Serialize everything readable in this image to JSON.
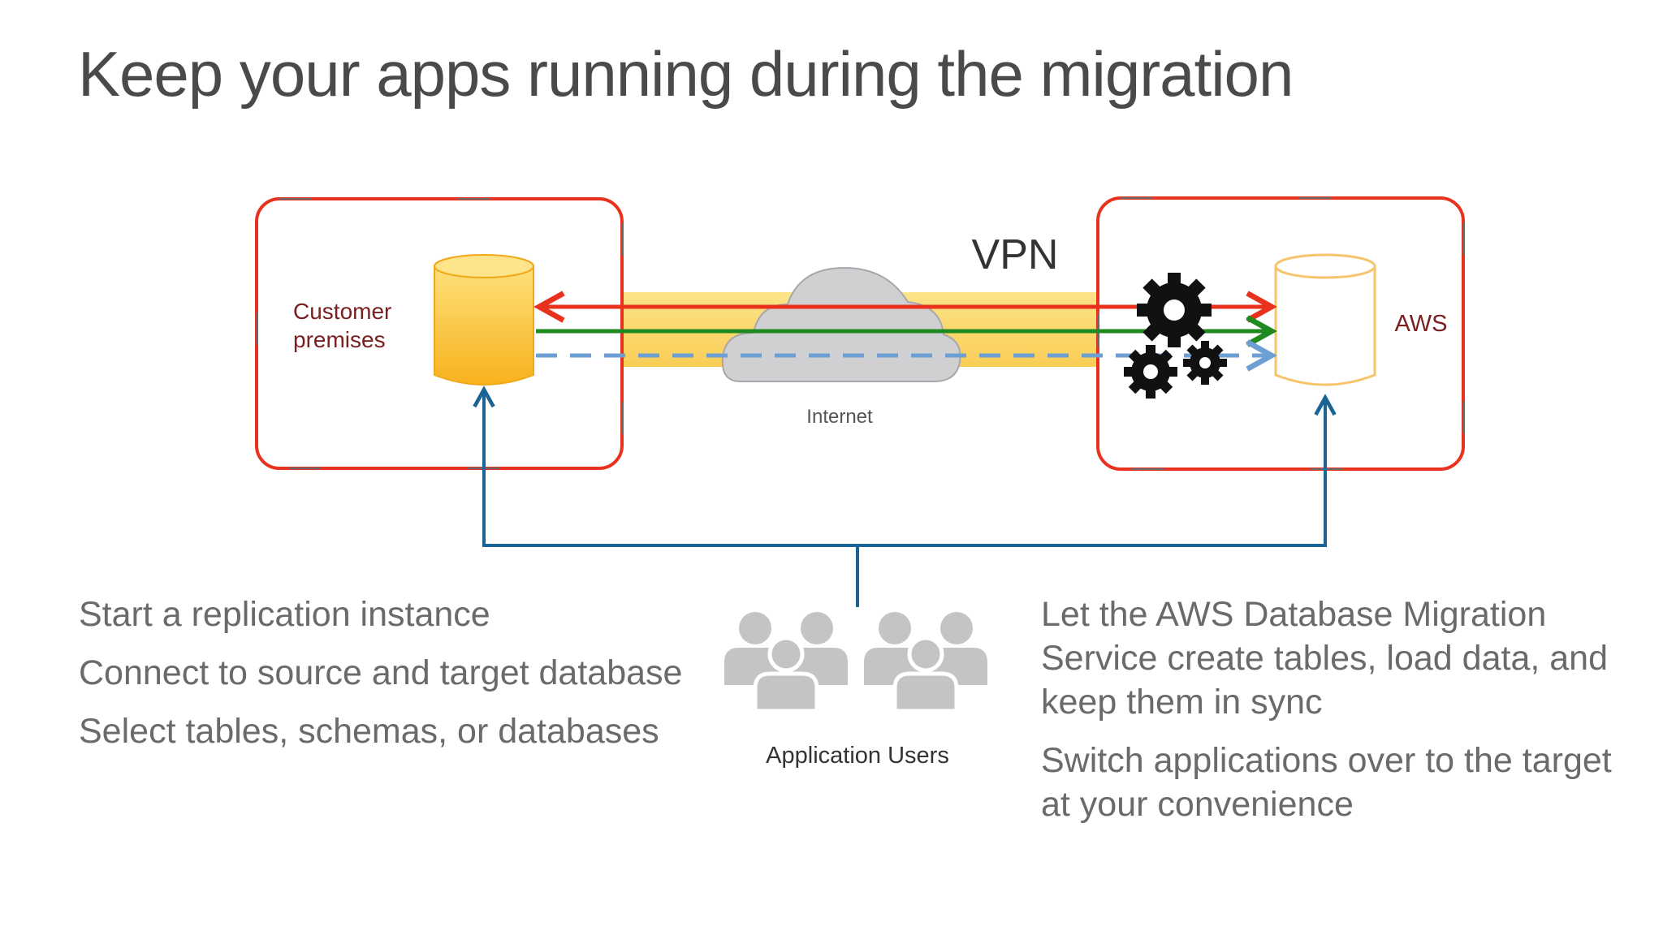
{
  "slide": {
    "title": "Keep your apps running during the migration"
  },
  "diagram": {
    "vpn_label": "VPN",
    "customer_label_line1": "Customer",
    "customer_label_line2": "premises",
    "aws_label": "AWS",
    "internet_label": "Internet",
    "users_label": "Application Users",
    "colors": {
      "zone_border": "#e8321e",
      "zone_dash": "#5e5e5e",
      "tunnel": "#fbd569",
      "source_db": "#f9b928",
      "target_db_outline": "#f6c56b",
      "arrow_red": "#e8321e",
      "arrow_green": "#1f8a1f",
      "arrow_dashed_blue": "#6e9fd4",
      "user_link": "#1a6496",
      "cloud": "#cfcfd2",
      "users": "#c3c3c3",
      "gears": "#111111"
    }
  },
  "left_bullets": [
    "Start a replication instance",
    "Connect to source and target database",
    "Select tables, schemas, or databases"
  ],
  "right_bullets": [
    "Let the AWS Database Migration Service create tables, load data, and keep them in sync",
    "Switch applications over to the target at your convenience"
  ]
}
